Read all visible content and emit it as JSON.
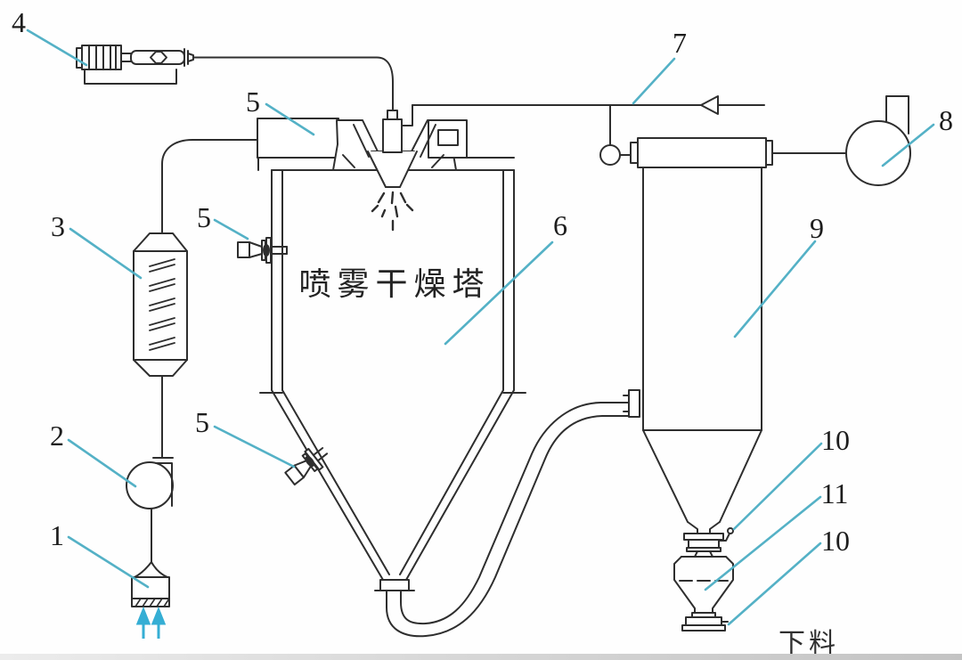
{
  "figure": {
    "tower_title": "喷雾干燥塔",
    "discharge_note": "下料",
    "callouts": {
      "c1": {
        "text": "1"
      },
      "c2": {
        "text": "2"
      },
      "c3": {
        "text": "3"
      },
      "c4": {
        "text": "4"
      },
      "c5a": {
        "text": "5"
      },
      "c5b": {
        "text": "5"
      },
      "c5c": {
        "text": "5"
      },
      "c6": {
        "text": "6"
      },
      "c7": {
        "text": "7"
      },
      "c8": {
        "text": "8"
      },
      "c9": {
        "text": "9"
      },
      "c10a": {
        "text": "10"
      },
      "c11": {
        "text": "11"
      },
      "c10b": {
        "text": "10"
      }
    },
    "colors": {
      "linework": "#2e2e2e",
      "leader": "#54b1c6",
      "intake_arrow": "#35aed4",
      "label_text": "#1d1d1d",
      "background": "#fefefe"
    }
  }
}
